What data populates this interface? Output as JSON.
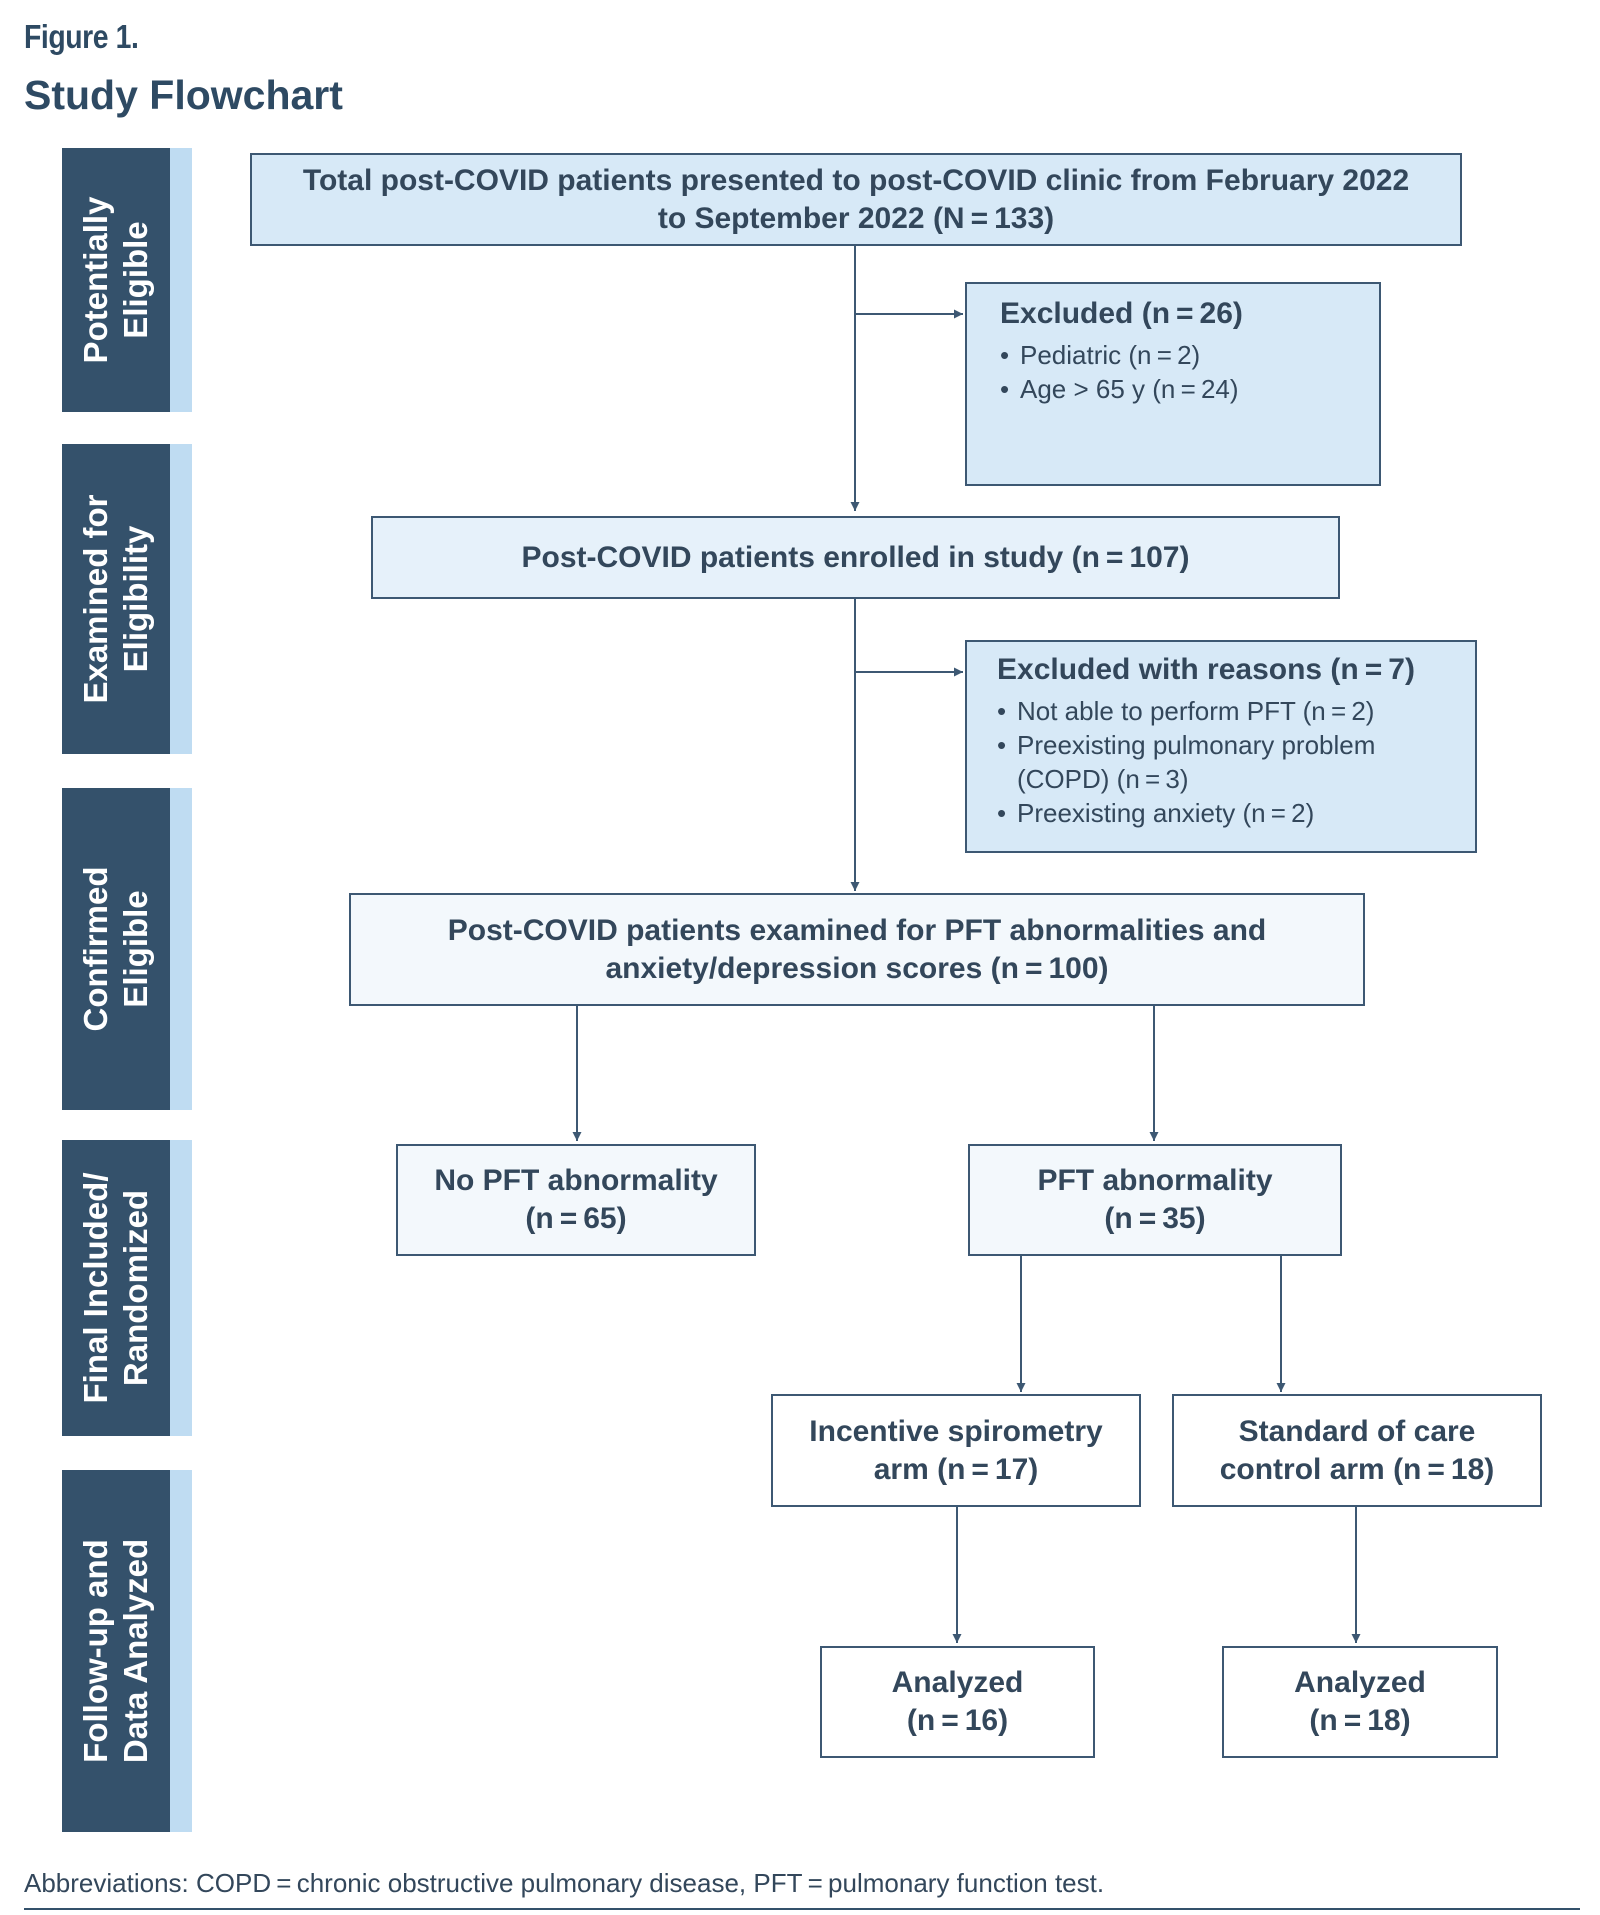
{
  "figure": {
    "label": "Figure 1.",
    "title": "Study Flowchart",
    "abbreviations": "Abbreviations: COPD = chronic obstructive pulmonary disease, PFT = pulmonary function test."
  },
  "stages": [
    {
      "line1": "Potentially",
      "line2": "Eligible"
    },
    {
      "line1": "Examined for",
      "line2": "Eligibility"
    },
    {
      "line1": "Confirmed",
      "line2": "Eligible"
    },
    {
      "line1": "Final Included/",
      "line2": "Randomized"
    },
    {
      "line1": "Follow-up and",
      "line2": "Data Analyzed"
    }
  ],
  "boxes": {
    "total": {
      "line1": "Total post-COVID patients presented to post-COVID clinic from February 2022",
      "line2": "to September 2022 (N = 133)"
    },
    "excluded1": {
      "heading": "Excluded (n = 26)",
      "items": [
        "Pediatric (n = 2)",
        "Age > 65 y (n = 24)"
      ]
    },
    "enrolled": {
      "line1": "Post-COVID patients enrolled in study (n = 107)"
    },
    "excluded2": {
      "heading": "Excluded with reasons (n = 7)",
      "items": [
        "Not able to perform PFT (n = 2)",
        "Preexisting pulmonary problem (COPD) (n = 3)",
        "Preexisting anxiety (n = 2)"
      ]
    },
    "examined": {
      "line1": "Post-COVID patients examined for PFT abnormalities and",
      "line2": "anxiety/depression scores (n = 100)"
    },
    "no_pft": {
      "line1": "No PFT abnormality",
      "line2": "(n = 65)"
    },
    "pft": {
      "line1": "PFT abnormality",
      "line2": "(n = 35)"
    },
    "spirometry": {
      "line1": "Incentive spirometry",
      "line2": "arm (n = 17)"
    },
    "control": {
      "line1": "Standard of care",
      "line2": "control arm (n = 18)"
    },
    "analyzed1": {
      "line1": "Analyzed",
      "line2": "(n = 16)"
    },
    "analyzed2": {
      "line1": "Analyzed",
      "line2": "(n = 18)"
    }
  },
  "colors": {
    "stage_dark": "#34516b",
    "stage_light": "#bfdcf2",
    "box_border": "#3d5873",
    "text": "#33475b"
  }
}
